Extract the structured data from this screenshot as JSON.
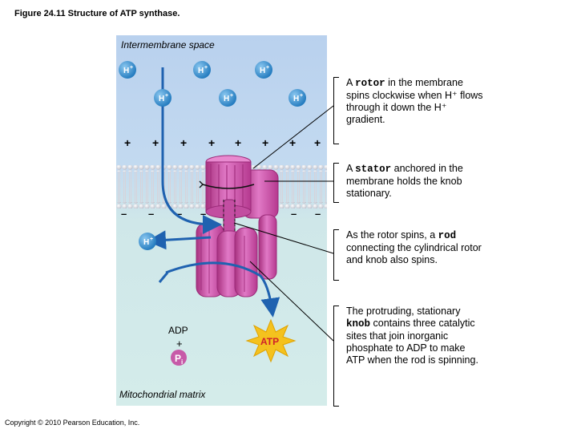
{
  "figure": {
    "title": "Figure 24.11 Structure of ATP synthase.",
    "copyright": "Copyright © 2010 Pearson Education, Inc."
  },
  "diagram": {
    "intermembrane_label": "Intermembrane space",
    "matrix_label": "Mitochondrial matrix",
    "proton_label": "H",
    "proton_charge": "+",
    "plus_sign": "+",
    "minus_sign": "–",
    "adp_label": "ADP",
    "adp_plus": "+",
    "pi_label": "P",
    "pi_subscript": "i",
    "atp_label": "ATP",
    "colors": {
      "intermembrane": "#bcd3ee",
      "matrix": "#cfe9ea",
      "membrane_head": "#e4e4ea",
      "protein": "#d45bb0",
      "protein_dark": "#b83b94",
      "proton": "#2f8ccf",
      "flow_arrow": "#1f62b0",
      "atp_star": "#f4c21e",
      "atp_text": "#d0202a",
      "pi_circle": "#c75aa8"
    }
  },
  "callouts": [
    {
      "pre": "A ",
      "term": "rotor",
      "post": " in the membrane spins clockwise when H⁺ flows through it down the H⁺ gradient."
    },
    {
      "pre": "A ",
      "term": "stator",
      "post": " anchored in the membrane holds the knob stationary."
    },
    {
      "pre": "As the rotor spins, a ",
      "term": "rod",
      "post": " connecting the cylindrical rotor and knob also spins."
    },
    {
      "pre": "The protruding, stationary ",
      "term": "knob",
      "post": " contains three catalytic sites that join inorganic phosphate to ADP to make ATP when the rod is spinning."
    }
  ]
}
